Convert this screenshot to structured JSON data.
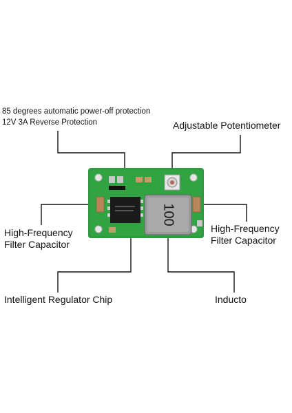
{
  "annotations": {
    "protection_line1": "85 degrees automatic power-off protection",
    "protection_line2": "12V 3A Reverse Protection",
    "potentiometer": "Adjustable Potentiometer",
    "left_capacitor_line1": "High-Frequency",
    "left_capacitor_line2": "Filter Capacitor",
    "right_capacitor_line1": "High-Frequency",
    "right_capacitor_line2": "Filter Capacitor",
    "regulator_chip": "Intelligent Regulator Chip",
    "inductor": "Inducto"
  },
  "board": {
    "inductor_marking": "100",
    "pcb_color": "#2f9a3f",
    "inductor_color": "#9a9a9a"
  }
}
